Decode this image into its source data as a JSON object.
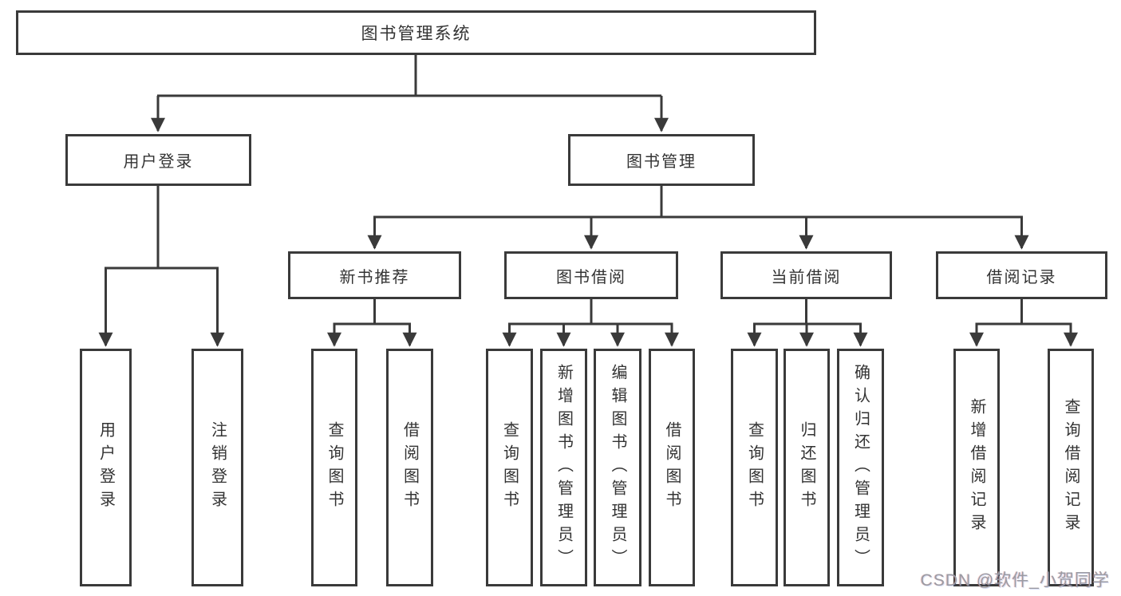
{
  "tree": {
    "label": "图书管理系统",
    "children": [
      {
        "label": "用户登录",
        "children": [
          {
            "label": "用户登录"
          },
          {
            "label": "注销登录"
          }
        ]
      },
      {
        "label": "图书管理",
        "children": [
          {
            "label": "新书推荐",
            "children": [
              {
                "label": "查询图书"
              },
              {
                "label": "借阅图书"
              }
            ]
          },
          {
            "label": "图书借阅",
            "children": [
              {
                "label": "查询图书"
              },
              {
                "label": "新增图书（管理员）"
              },
              {
                "label": "编辑图书（管理员）"
              },
              {
                "label": "借阅图书"
              }
            ]
          },
          {
            "label": "当前借阅",
            "children": [
              {
                "label": "查询图书"
              },
              {
                "label": "归还图书"
              },
              {
                "label": "确认归还（管理员）"
              }
            ]
          },
          {
            "label": "借阅记录",
            "children": [
              {
                "label": "新增借阅记录"
              },
              {
                "label": "查询借阅记录"
              }
            ]
          }
        ]
      }
    ]
  },
  "watermark": {
    "text": "CSDN @软件_小贺同学"
  },
  "colors": {
    "line": "#3a3a3a",
    "text": "#333333",
    "watermark": "#9b9ba3",
    "background": "#ffffff"
  }
}
